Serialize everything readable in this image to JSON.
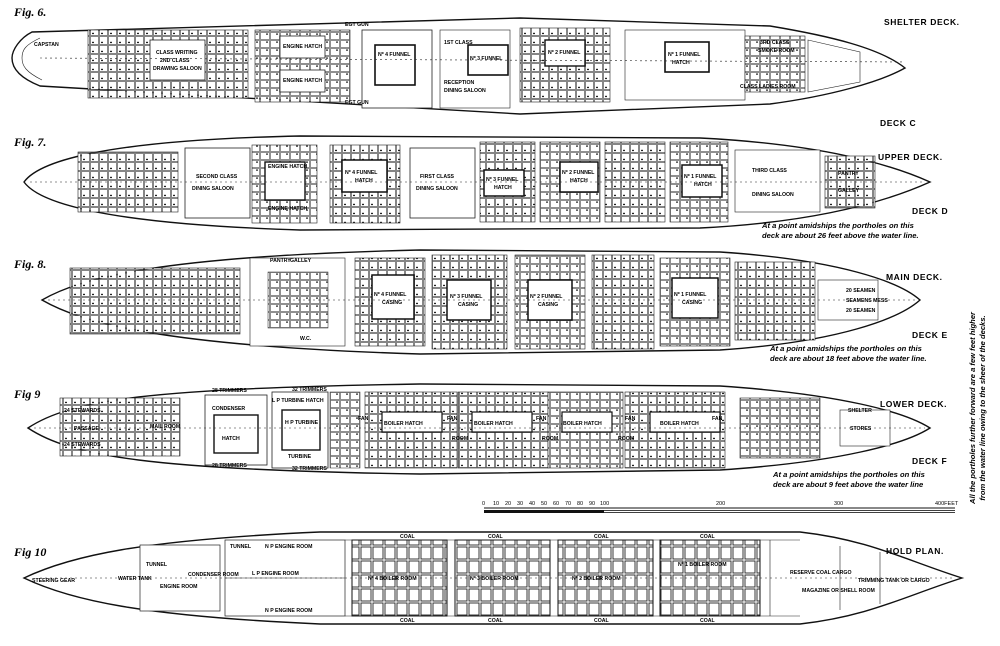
{
  "figures": [
    {
      "fig": "Fig. 6.",
      "deck_name": "SHELTER DECK.",
      "deck_letter": "DECK C",
      "note": ""
    },
    {
      "fig": "Fig. 7.",
      "deck_name": "UPPER DECK.",
      "deck_letter": "DECK D",
      "note_line1": "At a point amidships the portholes on this",
      "note_line2": "deck are about 26 feet above the water line."
    },
    {
      "fig": "Fig. 8.",
      "deck_name": "MAIN DECK.",
      "deck_letter": "DECK E",
      "note_line1": "At a point amidships the portholes on this",
      "note_line2": "deck are about 18 feet above the water line."
    },
    {
      "fig": "Fig 9",
      "deck_name": "LOWER DECK.",
      "deck_letter": "DECK F",
      "note_line1": "At a point amidships the portholes on this",
      "note_line2": "deck are about 9 feet above the water line"
    },
    {
      "fig": "Fig 10",
      "deck_name": "HOLD PLAN.",
      "deck_letter": ""
    }
  ],
  "side_note_line1": "All the portholes further forward are a few feet higher",
  "side_note_line2": "from the water line owing to the sheer of the decks.",
  "scale": {
    "ticks": [
      "0",
      "10",
      "20",
      "30",
      "40",
      "50",
      "60",
      "70",
      "80",
      "90",
      "100",
      "200",
      "300",
      "400FEET"
    ]
  },
  "labels": {
    "c": [
      "CAPSTAN",
      "CLASS WRITING",
      "2ND CLASS",
      "DRAWING SALOON",
      "ENGINE HATCH",
      "ENGINE HATCH",
      "Nº 4 FUNNEL",
      "1ST CLASS",
      "RECEPTION",
      "DINING SALOON",
      "Nº 3 FUNNEL",
      "Nº 2 FUNNEL",
      "Nº 1 FUNNEL",
      "HATCH",
      "3RD CLASS",
      "SMOKE ROOM",
      "CLASS LADIES ROOM",
      "EGT GUN",
      "EGT GUN"
    ],
    "d": [
      "SECOND CLASS",
      "DINING SALOON",
      "ENGINE HATCH",
      "ENGINE HATCH",
      "Nº 4 FUNNEL",
      "HATCH",
      "FIRST CLASS",
      "DINING SALOON",
      "Nº 3 FUNNEL",
      "HATCH",
      "Nº 2 FUNNEL",
      "HATCH",
      "Nº 1 FUNNEL",
      "HATCH",
      "THIRD CLASS",
      "DINING SALOON",
      "PANTRY",
      "GALLEY"
    ],
    "e": [
      "Nº 4 FUNNEL",
      "CASING",
      "Nº 3 FUNNEL",
      "CASING",
      "Nº 2 FUNNEL",
      "CASING",
      "Nº 1 FUNNEL",
      "CASING",
      "20 SEAMEN",
      "SEAMENS MESS",
      "20 SEAMEN",
      "PANTRY",
      "GALLEY",
      "W.C."
    ],
    "f": [
      "24 STEWARDS",
      "PASSAGE",
      "24 STEWARDS",
      "MAIL ROOM",
      "CONDENSER",
      "HATCH",
      "L P TURBINE HATCH",
      "H P TURBINE",
      "TURBINE",
      "28 TRIMMERS",
      "32 TRIMMERS",
      "28 TRIMMERS",
      "32 TRIMMERS",
      "BOILER HATCH",
      "BOILER HATCH",
      "BOILER HATCH",
      "BOILER HATCH",
      "FAN",
      "FAN",
      "FAN",
      "FAN",
      "FAN",
      "ROOM",
      "ROOM",
      "ROOM",
      "STORES",
      "SHELTER"
    ],
    "hold": [
      "STEERING GEAR",
      "TUNNEL",
      "TUNNEL",
      "N P ENGINE ROOM",
      "L P ENGINE ROOM",
      "N P ENGINE ROOM",
      "CONDENSER ROOM",
      "ENGINE ROOM",
      "Nº 4 BOILER ROOM",
      "Nº 3 BOILER ROOM",
      "Nº 2 BOILER ROOM",
      "Nº 1 BOILER ROOM",
      "COAL",
      "COAL",
      "COAL",
      "COAL",
      "COAL",
      "COAL",
      "COAL",
      "COAL",
      "RESERVE COAL CARGO",
      "TRIMMING TANK OR CARGO",
      "MAGAZINE OR SHELL ROOM",
      "WATER TANK"
    ]
  }
}
